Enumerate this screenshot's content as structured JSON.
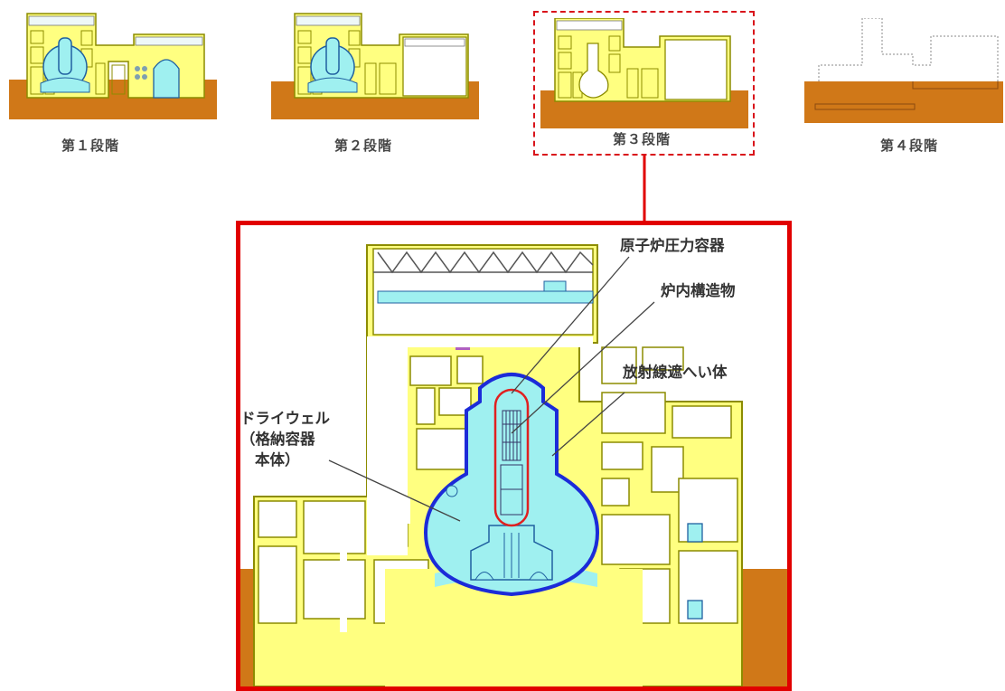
{
  "stages": [
    {
      "label": "第１段階"
    },
    {
      "label": "第２段階"
    },
    {
      "label": "第３段階",
      "selected": true
    },
    {
      "label": "第４段階"
    }
  ],
  "callouts": {
    "rpv": "原子炉圧力容器",
    "internals": "炉内構造物",
    "shield": "放射線遮へい体",
    "drywell": [
      "ドライウェル",
      "（格納容器",
      "本体）"
    ]
  },
  "colors": {
    "building": "#ffff80",
    "building_outline": "#8c8c00",
    "ground": "#d07818",
    "water": "#9ff0f0",
    "selection": "#d9141b",
    "frame": "#e10000",
    "shield": "#1c2bd8",
    "internals": "#e02020"
  }
}
